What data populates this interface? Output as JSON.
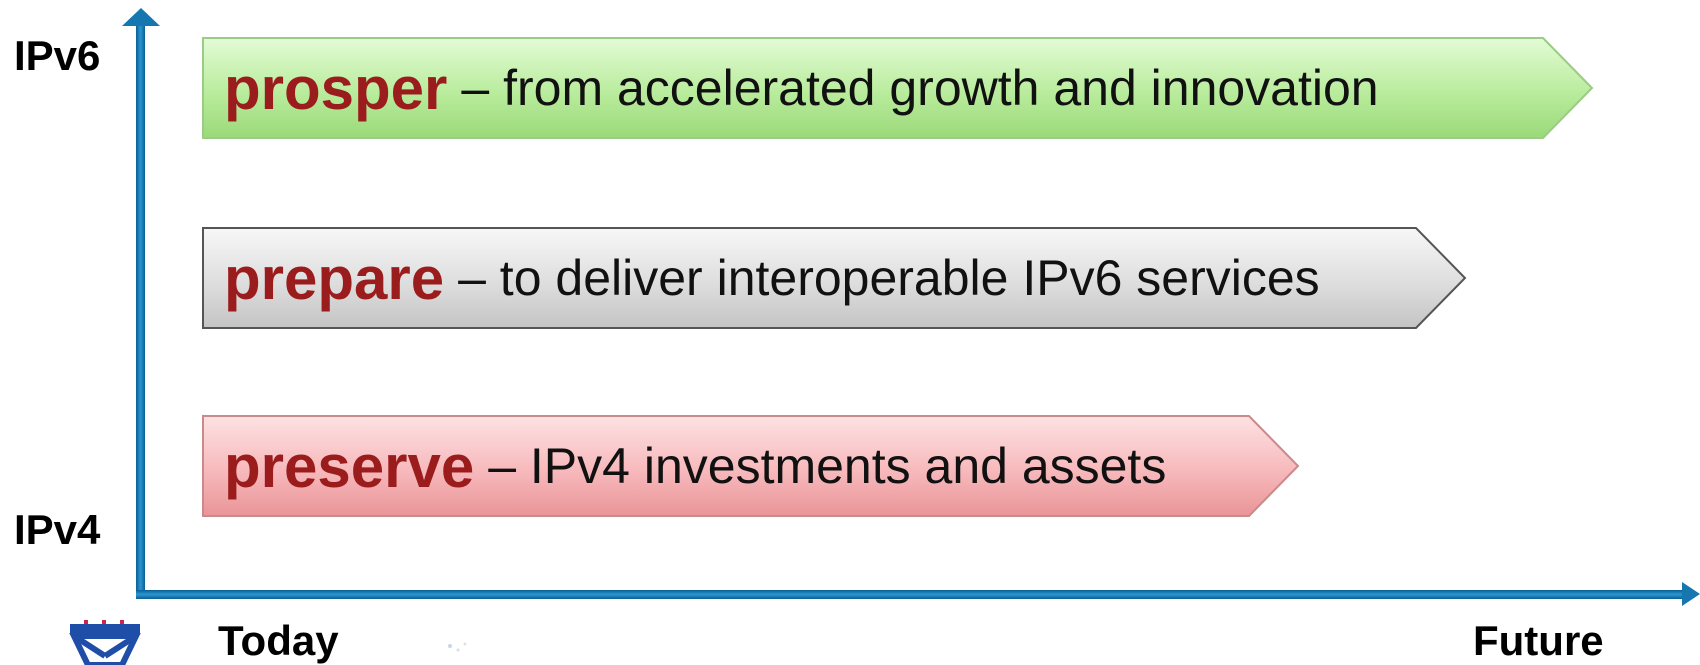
{
  "y_axis": {
    "top_label": "IPv6",
    "bottom_label": "IPv4"
  },
  "x_axis": {
    "left_label": "Today",
    "right_label": "Future"
  },
  "bands": [
    {
      "keyword": "prosper",
      "text": "– from accelerated growth and innovation",
      "color": "#c8f2b0"
    },
    {
      "keyword": "prepare",
      "text": "– to deliver interoperable IPv6 services",
      "color": "#e4e4e4"
    },
    {
      "keyword": "preserve",
      "text": "– IPv4 investments and assets",
      "color": "#f7b7bb"
    }
  ],
  "colors": {
    "axis": "#1576b0",
    "keyword": "#9b1c1c"
  }
}
